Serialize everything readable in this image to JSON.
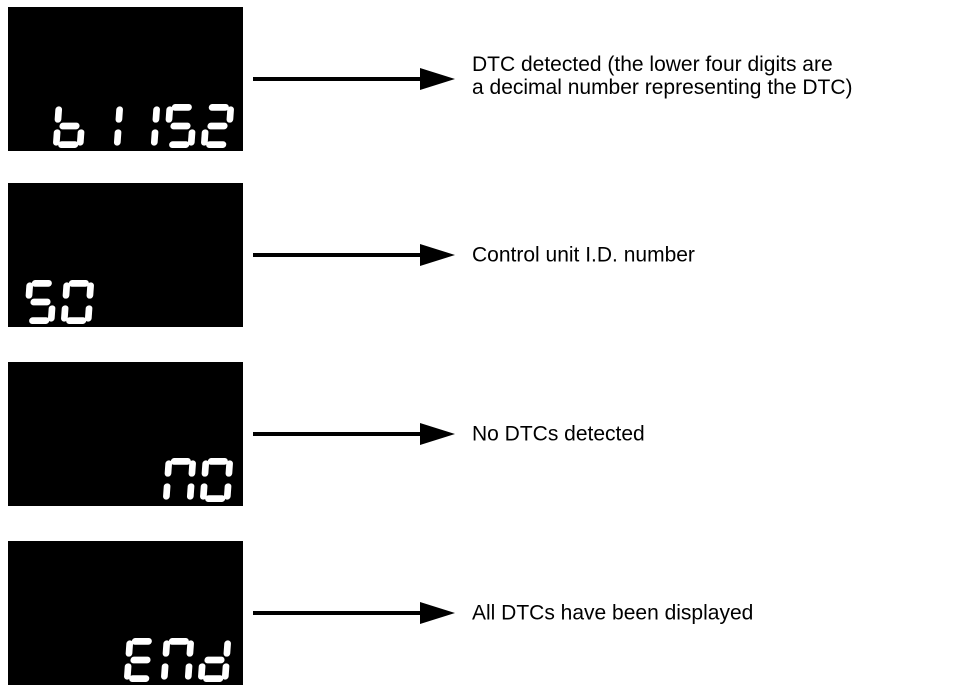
{
  "colors": {
    "background": "#ffffff",
    "display_background": "#000000",
    "segment": "#ffffff",
    "text": "#000000",
    "arrow": "#000000"
  },
  "figure": {
    "rows": [
      {
        "display_value": "b1152",
        "caption_lines": [
          "DTC detected (the lower four digits are",
          "a decimal number representing the DTC)"
        ]
      },
      {
        "display_value": "50",
        "caption_lines": [
          "Control unit I.D. number"
        ]
      },
      {
        "display_value": "no",
        "caption_lines": [
          "No DTCs detected"
        ]
      },
      {
        "display_value": "End",
        "caption_lines": [
          "All DTCs have been displayed"
        ]
      }
    ]
  }
}
